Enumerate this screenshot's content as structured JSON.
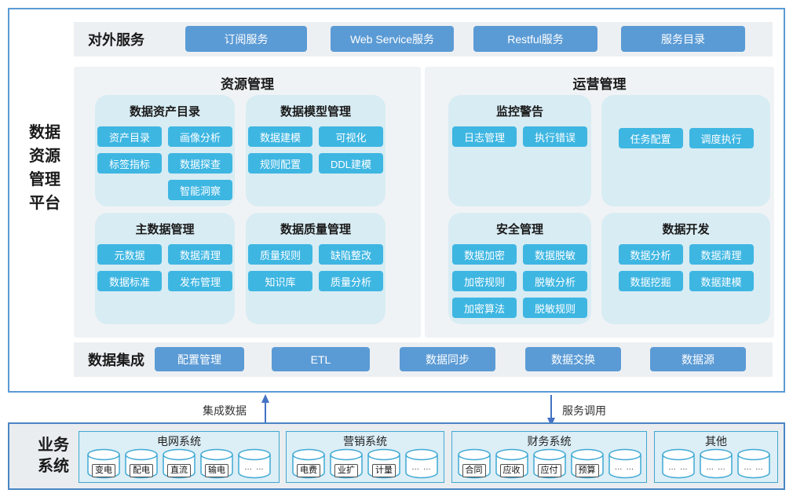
{
  "colors": {
    "accent_blue": "#5b9bd5",
    "cyan_button": "#3eb6e2",
    "subpanel_bg": "#d8ecf3",
    "strip_bg": "#edf0f3",
    "arrow_blue": "#4472c4",
    "group_border": "#3fa8d0",
    "business_border": "#4a86c4"
  },
  "platform": {
    "title_lines": [
      "数据",
      "资源",
      "管理",
      "平台"
    ],
    "external": {
      "label": "对外服务",
      "buttons": [
        "订阅服务",
        "Web Service服务",
        "Restful服务",
        "服务目录"
      ]
    },
    "resource": {
      "title": "资源管理",
      "asset_catalog": {
        "title": "数据资产目录",
        "buttons": [
          "资产目录",
          "画像分析",
          "标签指标",
          "数据探查",
          "智能洞察"
        ]
      },
      "model_mgmt": {
        "title": "数据模型管理",
        "buttons": [
          "数据建模",
          "可视化",
          "规则配置",
          "DDL建模"
        ]
      },
      "master_data": {
        "title": "主数据管理",
        "buttons": [
          "元数据",
          "数据清理",
          "数据标准",
          "发布管理"
        ]
      },
      "quality_mgmt": {
        "title": "数据质量管理",
        "buttons": [
          "质量规则",
          "缺陷整改",
          "知识库",
          "质量分析"
        ]
      }
    },
    "operation": {
      "title": "运营管理",
      "monitor": {
        "title": "监控警告",
        "buttons": [
          "日志管理",
          "执行错误"
        ]
      },
      "task": {
        "buttons": [
          "任务配置",
          "调度执行"
        ]
      },
      "security": {
        "title": "安全管理",
        "buttons": [
          "数据加密",
          "数据脱敏",
          "加密规则",
          "脱敏分析",
          "加密算法",
          "脱敏规则"
        ]
      },
      "development": {
        "title": "数据开发",
        "buttons": [
          "数据分析",
          "数据清理",
          "数据挖掘",
          "数据建模"
        ]
      }
    },
    "integration": {
      "label": "数据集成",
      "buttons": [
        "配置管理",
        "ETL",
        "数据同步",
        "数据交换",
        "数据源"
      ]
    }
  },
  "flows": {
    "up_label": "集成数据",
    "down_label": "服务调用"
  },
  "business": {
    "label_lines": [
      "业务",
      "系统"
    ],
    "systems": [
      {
        "title": "电网系统",
        "databases": [
          "变电",
          "配电",
          "直流",
          "输电",
          "… …"
        ]
      },
      {
        "title": "营销系统",
        "databases": [
          "电费",
          "业扩",
          "计量",
          "… …"
        ]
      },
      {
        "title": "财务系统",
        "databases": [
          "合同",
          "应收",
          "应付",
          "预算",
          "… …"
        ]
      },
      {
        "title": "其他",
        "databases": [
          "… …",
          "… …",
          "… …"
        ]
      }
    ]
  }
}
